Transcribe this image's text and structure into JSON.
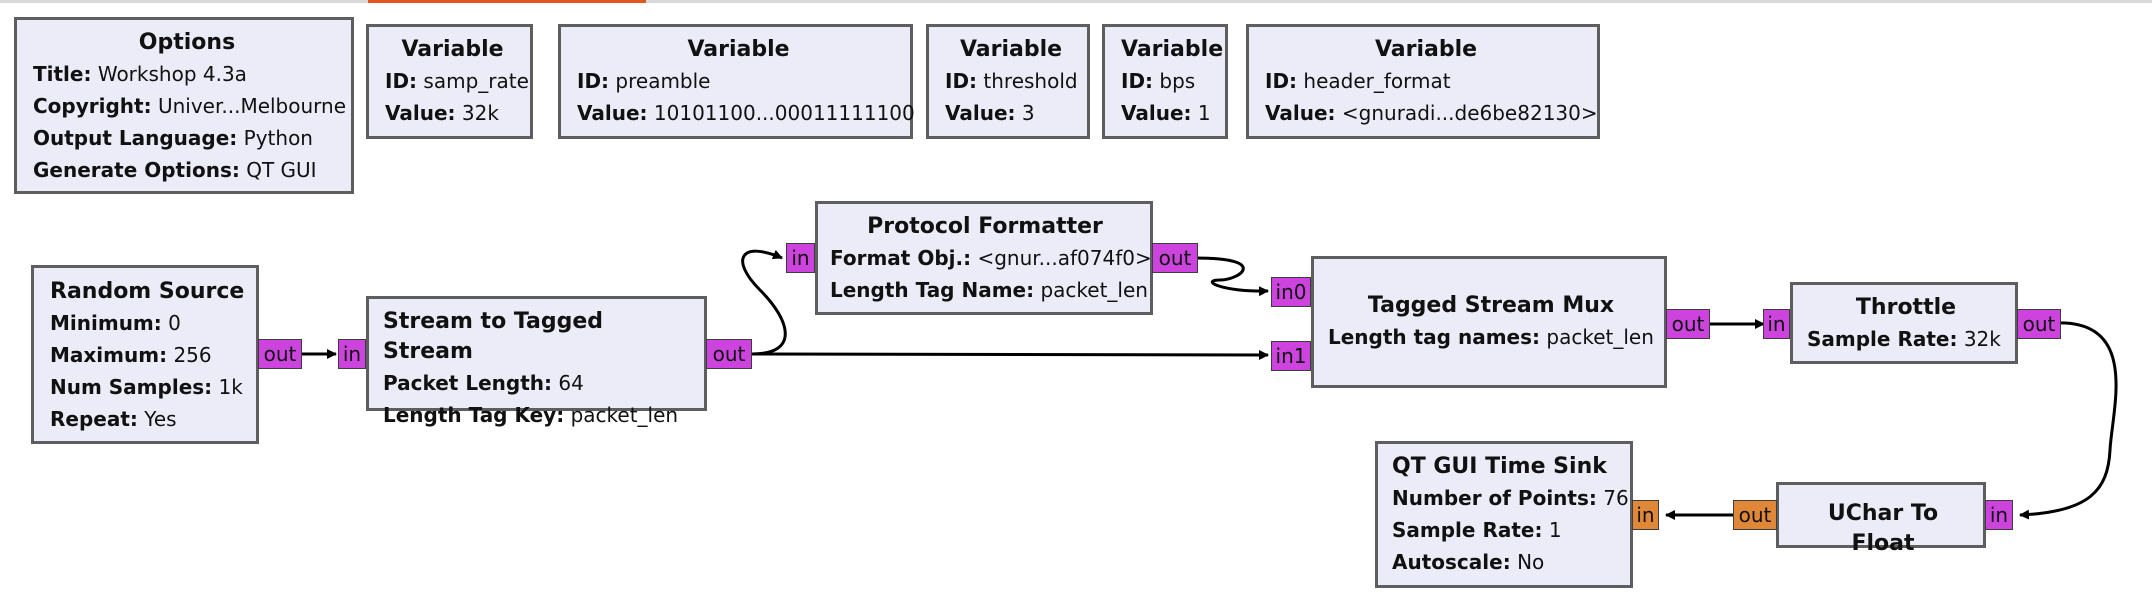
{
  "colors": {
    "block_fill": "#ececf8",
    "block_border": "#5e5e5e",
    "byte_port": "#cc44dd",
    "float_port": "#e08838",
    "wire": "#000000"
  },
  "blocks": {
    "options": {
      "title": "Options",
      "params": [
        {
          "k": "Title:",
          "v": "Workshop 4.3a"
        },
        {
          "k": "Copyright:",
          "v": "Univer...Melbourne"
        },
        {
          "k": "Output Language:",
          "v": "Python"
        },
        {
          "k": "Generate Options:",
          "v": "QT GUI"
        }
      ]
    },
    "var_samp_rate": {
      "title": "Variable",
      "params": [
        {
          "k": "ID:",
          "v": "samp_rate"
        },
        {
          "k": "Value:",
          "v": "32k"
        }
      ]
    },
    "var_preamble": {
      "title": "Variable",
      "params": [
        {
          "k": "ID:",
          "v": "preamble"
        },
        {
          "k": "Value:",
          "v": "10101100...00011111100"
        }
      ]
    },
    "var_threshold": {
      "title": "Variable",
      "params": [
        {
          "k": "ID:",
          "v": "threshold"
        },
        {
          "k": "Value:",
          "v": "3"
        }
      ]
    },
    "var_bps": {
      "title": "Variable",
      "params": [
        {
          "k": "ID:",
          "v": "bps"
        },
        {
          "k": "Value:",
          "v": "1"
        }
      ]
    },
    "var_header_format": {
      "title": "Variable",
      "params": [
        {
          "k": "ID:",
          "v": "header_format"
        },
        {
          "k": "Value:",
          "v": "<gnuradi...de6be82130>"
        }
      ]
    },
    "random_source": {
      "title": "Random Source",
      "params": [
        {
          "k": "Minimum:",
          "v": "0"
        },
        {
          "k": "Maximum:",
          "v": "256"
        },
        {
          "k": "Num Samples:",
          "v": "1k"
        },
        {
          "k": "Repeat:",
          "v": "Yes"
        }
      ]
    },
    "stream_to_tagged": {
      "title": "Stream to Tagged Stream",
      "params": [
        {
          "k": "Packet Length:",
          "v": "64"
        },
        {
          "k": "Length Tag Key:",
          "v": "packet_len"
        }
      ]
    },
    "protocol_formatter": {
      "title": "Protocol Formatter",
      "params": [
        {
          "k": "Format Obj.:",
          "v": "<gnur...af074f0>"
        },
        {
          "k": "Length Tag Name:",
          "v": "packet_len"
        }
      ]
    },
    "tagged_stream_mux": {
      "title": "Tagged Stream Mux",
      "params": [
        {
          "k": "Length tag names:",
          "v": "packet_len"
        }
      ]
    },
    "throttle": {
      "title": "Throttle",
      "params": [
        {
          "k": "Sample Rate:",
          "v": "32k"
        }
      ]
    },
    "qt_time_sink": {
      "title": "QT GUI Time Sink",
      "params": [
        {
          "k": "Number of Points:",
          "v": "76"
        },
        {
          "k": "Sample Rate:",
          "v": "1"
        },
        {
          "k": "Autoscale:",
          "v": "No"
        }
      ]
    },
    "uchar_to_float": {
      "title": "UChar To Float",
      "params": []
    }
  },
  "ports": {
    "out": "out",
    "in": "in",
    "in0": "in0",
    "in1": "in1"
  }
}
